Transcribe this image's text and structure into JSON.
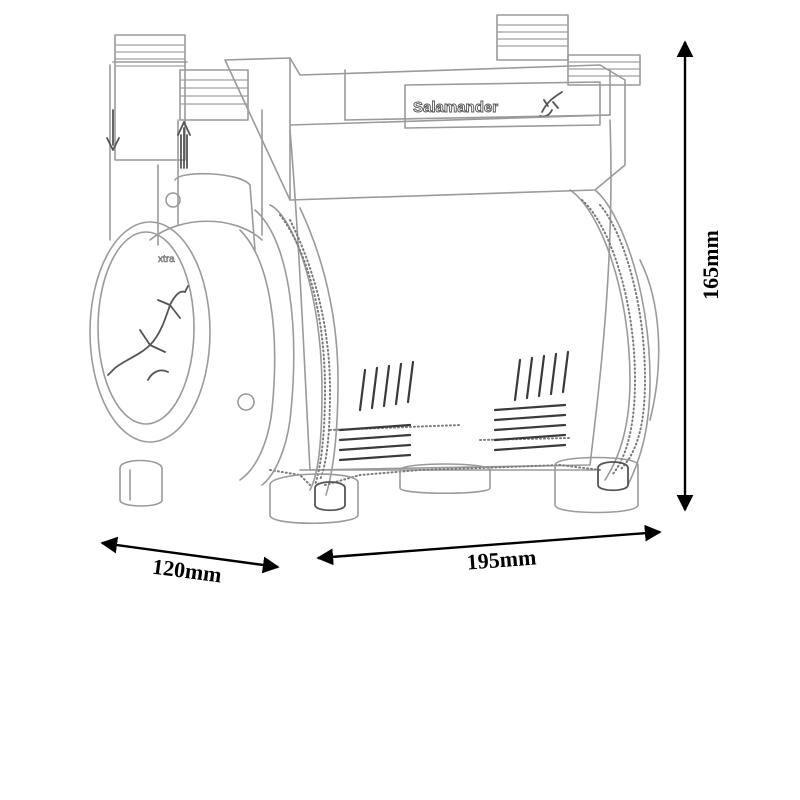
{
  "product": {
    "brand": "Salamander",
    "model_mark": "xtra"
  },
  "dimensions": {
    "height": "165mm",
    "width": "195mm",
    "depth": "120mm"
  }
}
